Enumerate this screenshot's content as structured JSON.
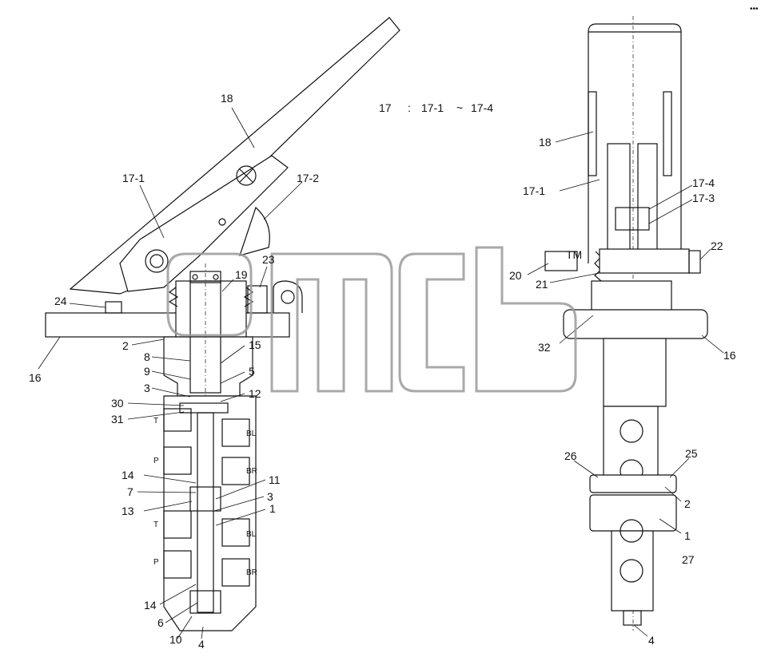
{
  "formula": {
    "a": "17",
    "colon": ":",
    "b": "17-1",
    "tilde": "~",
    "c": "17-4"
  },
  "watermark": {
    "brand_mark": "TM",
    "corner_text": "•••"
  },
  "left_view": {
    "callouts": [
      "18",
      "17-1",
      "17-2",
      "23",
      "19",
      "24",
      "16",
      "2",
      "8",
      "9",
      "3",
      "30",
      "31",
      "15",
      "5",
      "12",
      "14",
      "7",
      "13",
      "11",
      "3",
      "1",
      "14",
      "6",
      "10",
      "4"
    ],
    "port_labels": [
      "T",
      "P",
      "T",
      "P",
      "BL",
      "BR",
      "BL",
      "BR"
    ]
  },
  "right_view": {
    "callouts": [
      "18",
      "17-1",
      "17-4",
      "17-3",
      "22",
      "20",
      "21",
      "32",
      "16",
      "26",
      "25",
      "2",
      "1",
      "27",
      "4"
    ]
  }
}
